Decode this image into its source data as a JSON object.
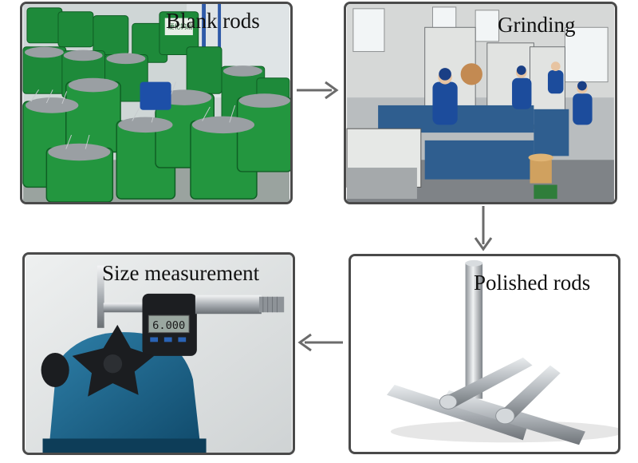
{
  "steps": [
    {
      "label": "Blank rods"
    },
    {
      "label": "Grinding"
    },
    {
      "label": "Polished rods"
    },
    {
      "label": "Size measurement"
    }
  ],
  "micrometer_readout": "6.000",
  "bucket_label": "硬化钨粉",
  "arrow_color": "#6b6b6b"
}
